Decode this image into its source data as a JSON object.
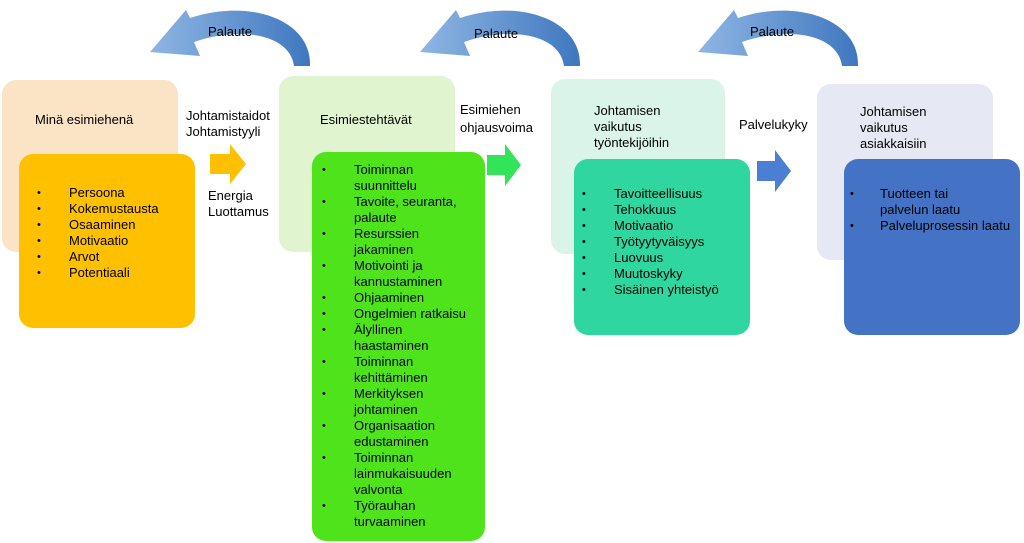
{
  "feedback_label": "Palaute",
  "stage1": {
    "title": "Minä esimiehenä",
    "items": [
      "Persoona",
      "Kokemustausta",
      "Osaaminen",
      "Motivaatio",
      "Arvot",
      "Potentiaali"
    ],
    "head_color": "#fbe3c6",
    "box_color": "#ffc000"
  },
  "connector1": {
    "top": [
      "Johtamistaidot",
      "Johtamistyyli"
    ],
    "bottom": [
      "Energia",
      "Luottamus"
    ],
    "arrow_color": "#ffc000"
  },
  "stage2": {
    "title": "Esimiestehtävät",
    "items": [
      [
        "Toiminnan",
        "suunnittelu"
      ],
      [
        "Tavoite, seuranta,",
        "palaute"
      ],
      [
        "Resurssien",
        "jakaminen"
      ],
      [
        "Motivointi ja",
        "kannustaminen"
      ],
      [
        "Ohjaaminen"
      ],
      [
        "Ongelmien ratkaisu"
      ],
      [
        "Älyllinen",
        "haastaminen"
      ],
      [
        "Toiminnan",
        "kehittäminen"
      ],
      [
        "Merkityksen",
        "johtaminen"
      ],
      [
        "Organisaation",
        "edustaminen"
      ],
      [
        "Toiminnan",
        "lainmukaisuuden",
        "valvonta"
      ],
      [
        "Työrauhan",
        "turvaaminen"
      ]
    ],
    "head_color": "#dff4cf",
    "box_color": "#4fe31b"
  },
  "connector2": {
    "top": [
      "Esimiehen",
      "ohjausvoima"
    ],
    "arrow_color": "#33e35a"
  },
  "stage3": {
    "title": [
      "Johtamisen",
      "vaikutus",
      "työntekijöihin"
    ],
    "items": [
      "Tavoitteellisuus",
      "Tehokkuus",
      "Motivaatio",
      "Työtyytyväisyys",
      "Luovuus",
      "Muutoskyky",
      "Sisäinen yhteistyö"
    ],
    "head_color": "#dbf4ea",
    "box_color": "#2fd6a0"
  },
  "connector3": {
    "top": [
      "Palvelukyky"
    ],
    "arrow_color": "#4a7fd4"
  },
  "stage4": {
    "title": [
      "Johtamisen",
      "vaikutus",
      "asiakkaisiin"
    ],
    "items": [
      [
        "Tuotteen tai",
        "palvelun laatu"
      ],
      [
        "Palveluprosessin laatu"
      ]
    ],
    "head_color": "#e6e8f4",
    "box_color": "#4472c4"
  },
  "feedback_arrow_color": "#5b8fcf"
}
